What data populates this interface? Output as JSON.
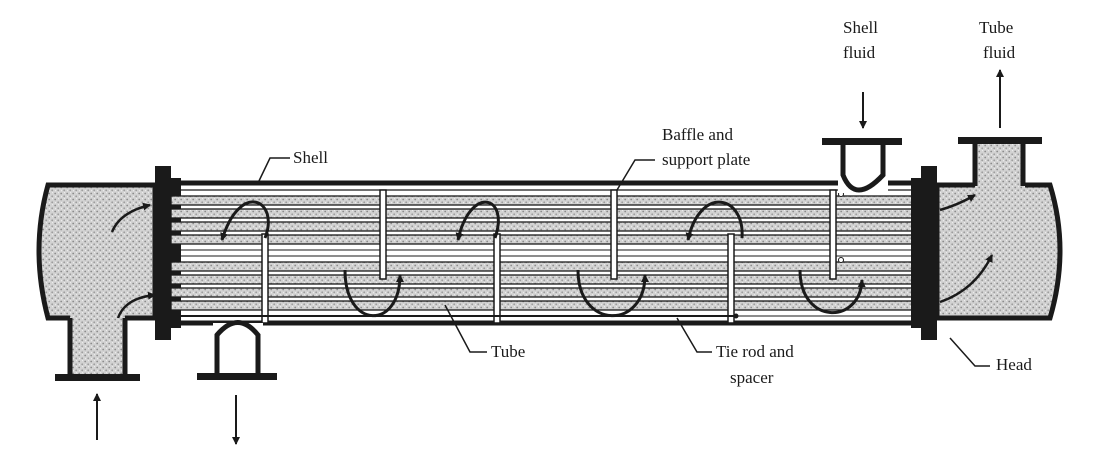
{
  "labels": {
    "shell": "Shell",
    "baffle_line1": "Baffle and",
    "baffle_line2": "support plate",
    "shell_fluid_line1": "Shell",
    "shell_fluid_line2": "fluid",
    "tube_fluid_line1": "Tube",
    "tube_fluid_line2": "fluid",
    "tube": "Tube",
    "tie_rod_line1": "Tie rod and",
    "tie_rod_line2": "spacer",
    "head": "Head"
  },
  "colors": {
    "outline": "#1a1a1a",
    "stipple": "#c9c9c9",
    "background": "#ffffff"
  }
}
